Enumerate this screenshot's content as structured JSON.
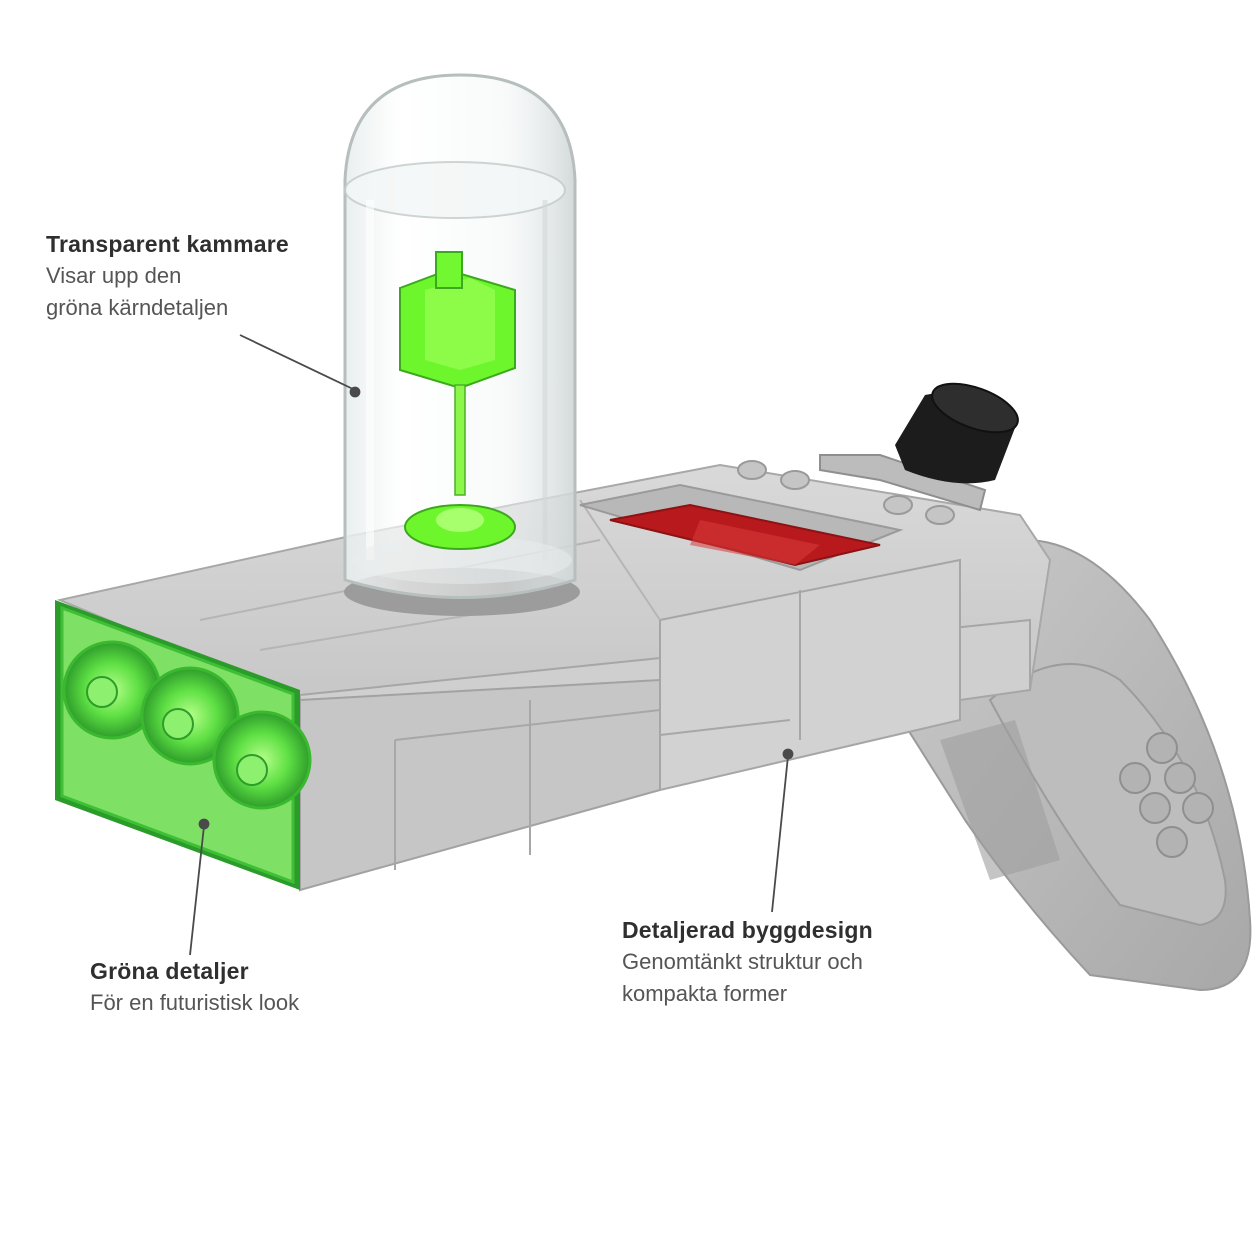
{
  "callouts": {
    "chamber": {
      "title": "Transparent kammare",
      "lines": [
        "Visar upp den",
        "gröna kärndetaljen"
      ]
    },
    "green": {
      "title": "Gröna detaljer",
      "lines": [
        "För en futuristisk look"
      ]
    },
    "design": {
      "title": "Detaljerad byggdesign",
      "lines": [
        "Genomtänkt struktur och",
        "kompakta former"
      ]
    }
  },
  "colors": {
    "brick_gray": "#c4c4c4",
    "brick_gray_dark": "#a9a9a9",
    "brick_gray_light": "#dcdcdc",
    "glow_green": "#5be34a",
    "core_green": "#7dff2e",
    "red_panel": "#b8191c",
    "black_knob": "#1c1c1c"
  }
}
